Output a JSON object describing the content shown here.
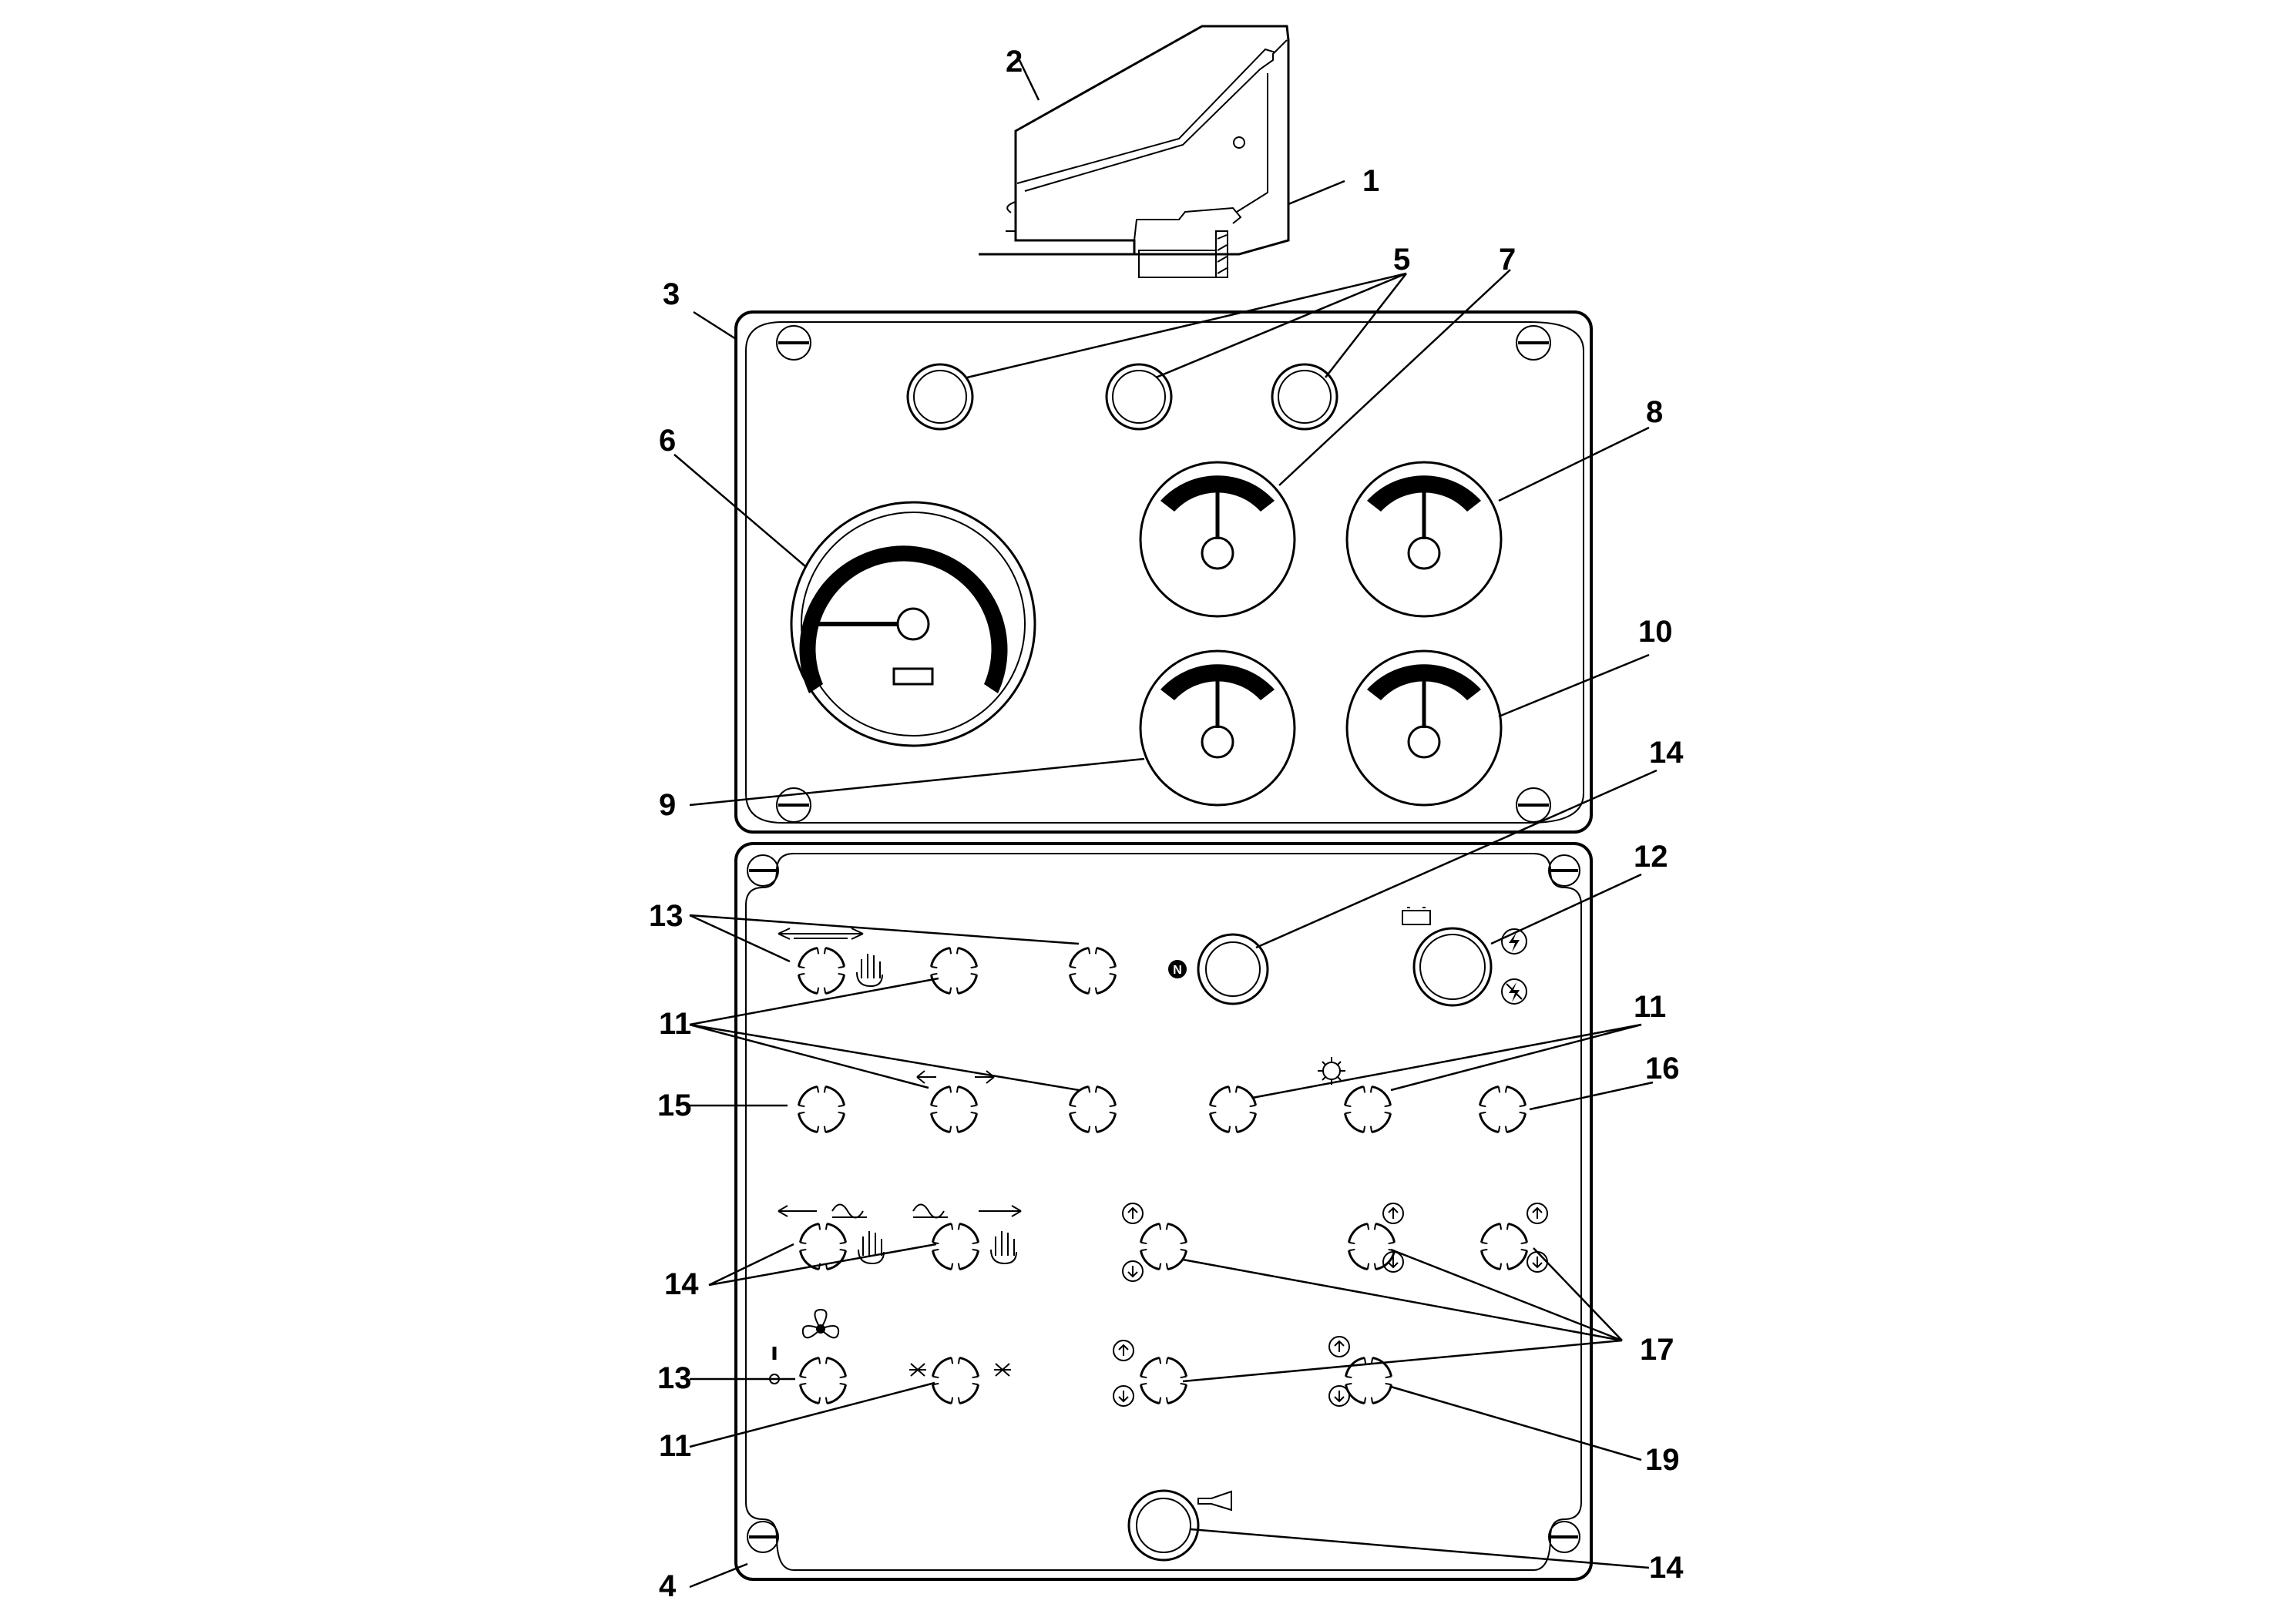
{
  "labels": {
    "top_box": "1",
    "cover": "2",
    "upper_panel": "3",
    "lower_panel": "4",
    "warning_lamps": "5",
    "speedometer": "6",
    "gauge_7": "7",
    "gauge_8": "8",
    "gauge_9": "9",
    "gauge_10": "10",
    "switch_11_a": "11",
    "switch_11_b": "11",
    "switch_11_c": "11",
    "battery_switch": "12",
    "switch_13_a": "13",
    "switch_13_b": "13",
    "neutral_button": "14",
    "joystick_14": "14",
    "horn_button": "14",
    "switch_15": "15",
    "switch_16": "16",
    "switch_17": "17",
    "switch_19": "19"
  },
  "symbols": {
    "neutral": "N"
  }
}
